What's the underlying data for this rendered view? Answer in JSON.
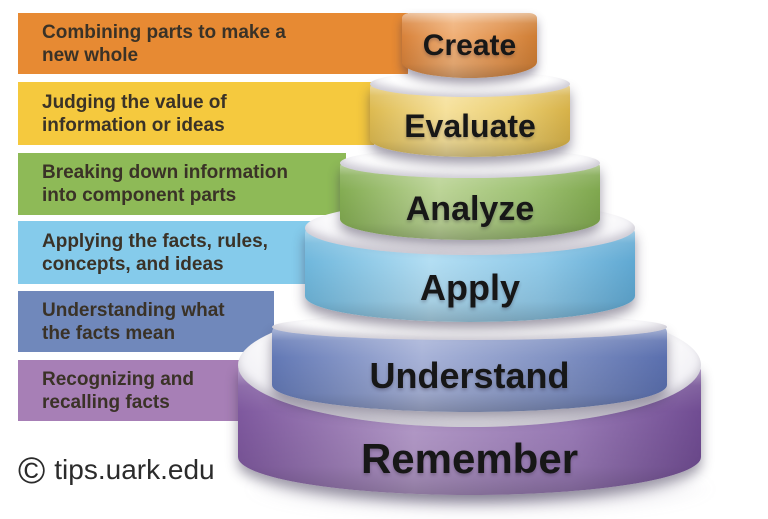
{
  "diagram": {
    "background_color": "#ffffff",
    "cap_color": "#ffffff",
    "levels": [
      {
        "label": "Create",
        "description": [
          "Combining parts to make a",
          "new whole"
        ],
        "bar_color": "#E78A33",
        "face_colors": [
          "#D8823A",
          "#F0B077",
          "#E29552",
          "#CE7D34"
        ]
      },
      {
        "label": "Evaluate",
        "description": [
          "Judging the value of",
          "information or ideas"
        ],
        "bar_color": "#F5C93E",
        "face_colors": [
          "#DDBA50",
          "#F6E19C",
          "#EBCF73",
          "#D6B148"
        ]
      },
      {
        "label": "Analyze",
        "description": [
          "Breaking down information",
          "into component parts"
        ],
        "bar_color": "#8EBA57",
        "face_colors": [
          "#83AC52",
          "#BCD497",
          "#9FC274",
          "#7FA74E"
        ]
      },
      {
        "label": "Apply",
        "description": [
          "Applying the facts, rules,",
          "concepts, and ideas"
        ],
        "bar_color": "#85CBEB",
        "face_colors": [
          "#6FB7DC",
          "#B3DEF3",
          "#8FC9E8",
          "#5FA8D2"
        ]
      },
      {
        "label": "Understand",
        "description": [
          "Understanding what",
          "the facts mean"
        ],
        "bar_color": "#7088BB",
        "face_colors": [
          "#6278B5",
          "#A8B3D8",
          "#8192C3",
          "#5A6FAE"
        ]
      },
      {
        "label": "Remember",
        "description": [
          "Recognizing and",
          "recalling facts"
        ],
        "bar_color": "#A77FB6",
        "face_colors": [
          "#7E589E",
          "#B49AC9",
          "#9A7BB7",
          "#704C92"
        ]
      }
    ],
    "footer": {
      "copyright_symbol": "©",
      "site": "tips.uark.edu"
    }
  }
}
